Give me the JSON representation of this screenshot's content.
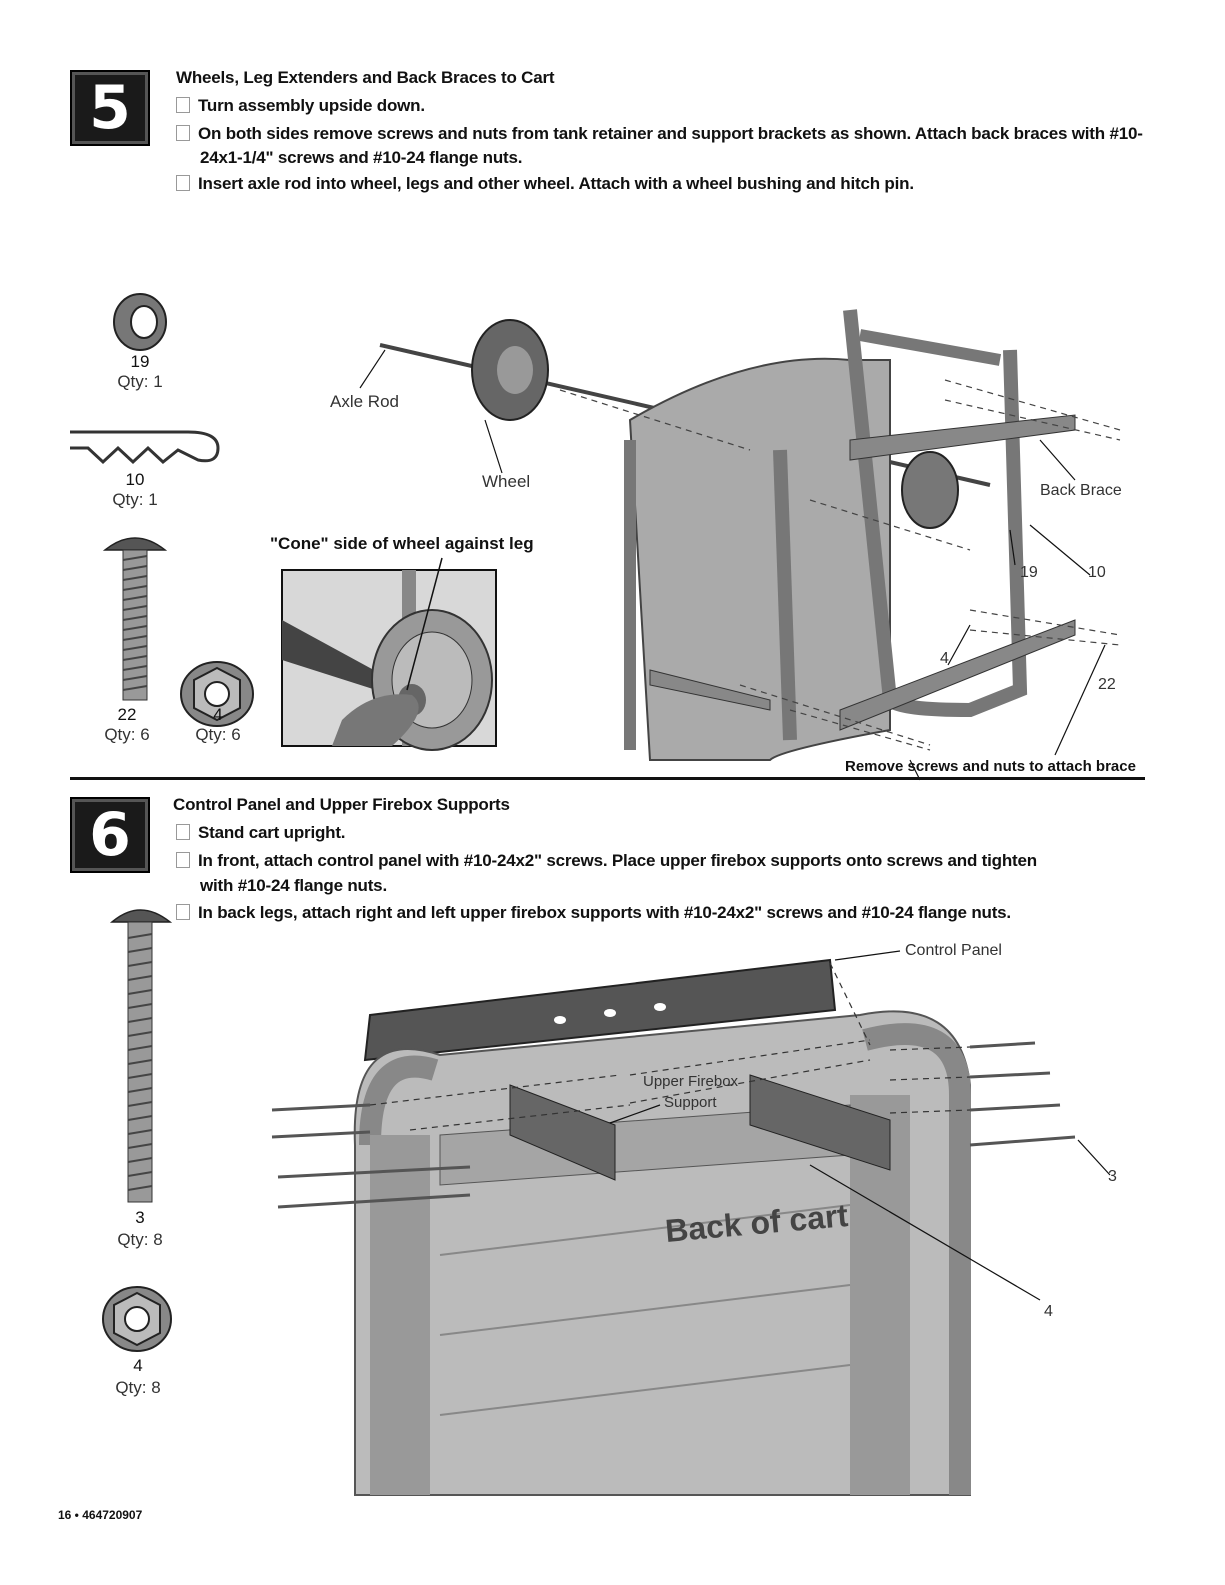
{
  "step5": {
    "number": "5",
    "title": "Wheels, Leg Extenders and Back Braces to Cart",
    "instructions": [
      "Turn assembly upside down.",
      "On both sides remove screws and nuts from tank retainer and support brackets as shown. Attach back braces with #10-",
      "24x1-1/4\" screws and  #10-24 flange nuts.",
      "Insert axle rod into wheel, legs and other wheel. Attach with a wheel bushing and hitch pin."
    ],
    "parts": [
      {
        "num": "19",
        "qty": "Qty: 1"
      },
      {
        "num": "10",
        "qty": "Qty: 1"
      },
      {
        "num": "22",
        "qty": "Qty: 6"
      },
      {
        "num": "4",
        "qty": "Qty: 6"
      }
    ],
    "callouts": {
      "axle_rod": "Axle Rod",
      "wheel": "Wheel",
      "cone_note": "\"Cone\" side of wheel against leg",
      "back_brace": "Back Brace",
      "c19": "19",
      "c10": "10",
      "c4": "4",
      "c22": "22",
      "remove_note": "Remove screws and nuts to attach brace"
    }
  },
  "step6": {
    "number": "6",
    "title": "Control Panel and Upper Firebox Supports",
    "instructions": [
      "Stand cart upright.",
      "In front, attach control panel with #10-24x2\" screws. Place upper firebox supports onto screws and tighten",
      "with #10-24 flange nuts.",
      "In back legs, attach right and left upper firebox supports with #10-24x2\" screws and #10-24 flange nuts."
    ],
    "parts": [
      {
        "num": "3",
        "qty": "Qty: 8"
      },
      {
        "num": "4",
        "qty": "Qty: 8"
      }
    ],
    "callouts": {
      "control_panel": "Control Panel",
      "upper_firebox": "Upper Firebox",
      "support": "Support",
      "back_of_cart": "Back of cart",
      "c3": "3",
      "c4": "4"
    }
  },
  "footer": "16 • 464720907"
}
